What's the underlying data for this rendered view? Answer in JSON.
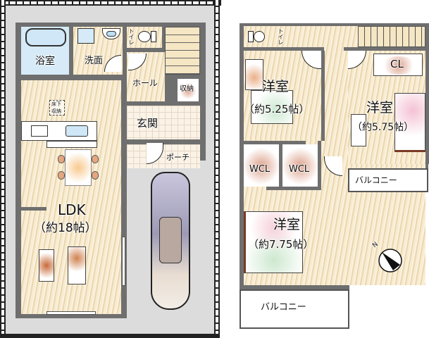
{
  "floor1": {
    "rooms": {
      "bathroom": "浴室",
      "washroom": "洗面",
      "toilet": "トイレ",
      "hall": "ホール",
      "storage": "収納",
      "entrance": "玄関",
      "porch": "ポーチ",
      "underfloor_storage_line1": "床下",
      "underfloor_storage_line2": "収納",
      "ldk": "LDK",
      "ldk_size": "（約18帖）"
    }
  },
  "floor2": {
    "rooms": {
      "toilet": "トイレ",
      "bedroom1": "洋室",
      "bedroom1_size": "（約5.25帖）",
      "bedroom2": "洋室",
      "bedroom2_size": "（約5.75帖）",
      "bedroom3": "洋室",
      "bedroom3_size": "（約7.75帖）",
      "closet": "CL",
      "wcl1": "WCL",
      "wcl2": "WCL",
      "balcony1": "バルコニー",
      "balcony2": "バルコニー"
    }
  },
  "compass": {
    "label": "N"
  },
  "colors": {
    "wall": "#6f6f6f",
    "floor_wood": "#f3e3c0",
    "bath": "#d6ebf7",
    "site": "#dcdcdc",
    "car_body": "#b9b6cc"
  }
}
